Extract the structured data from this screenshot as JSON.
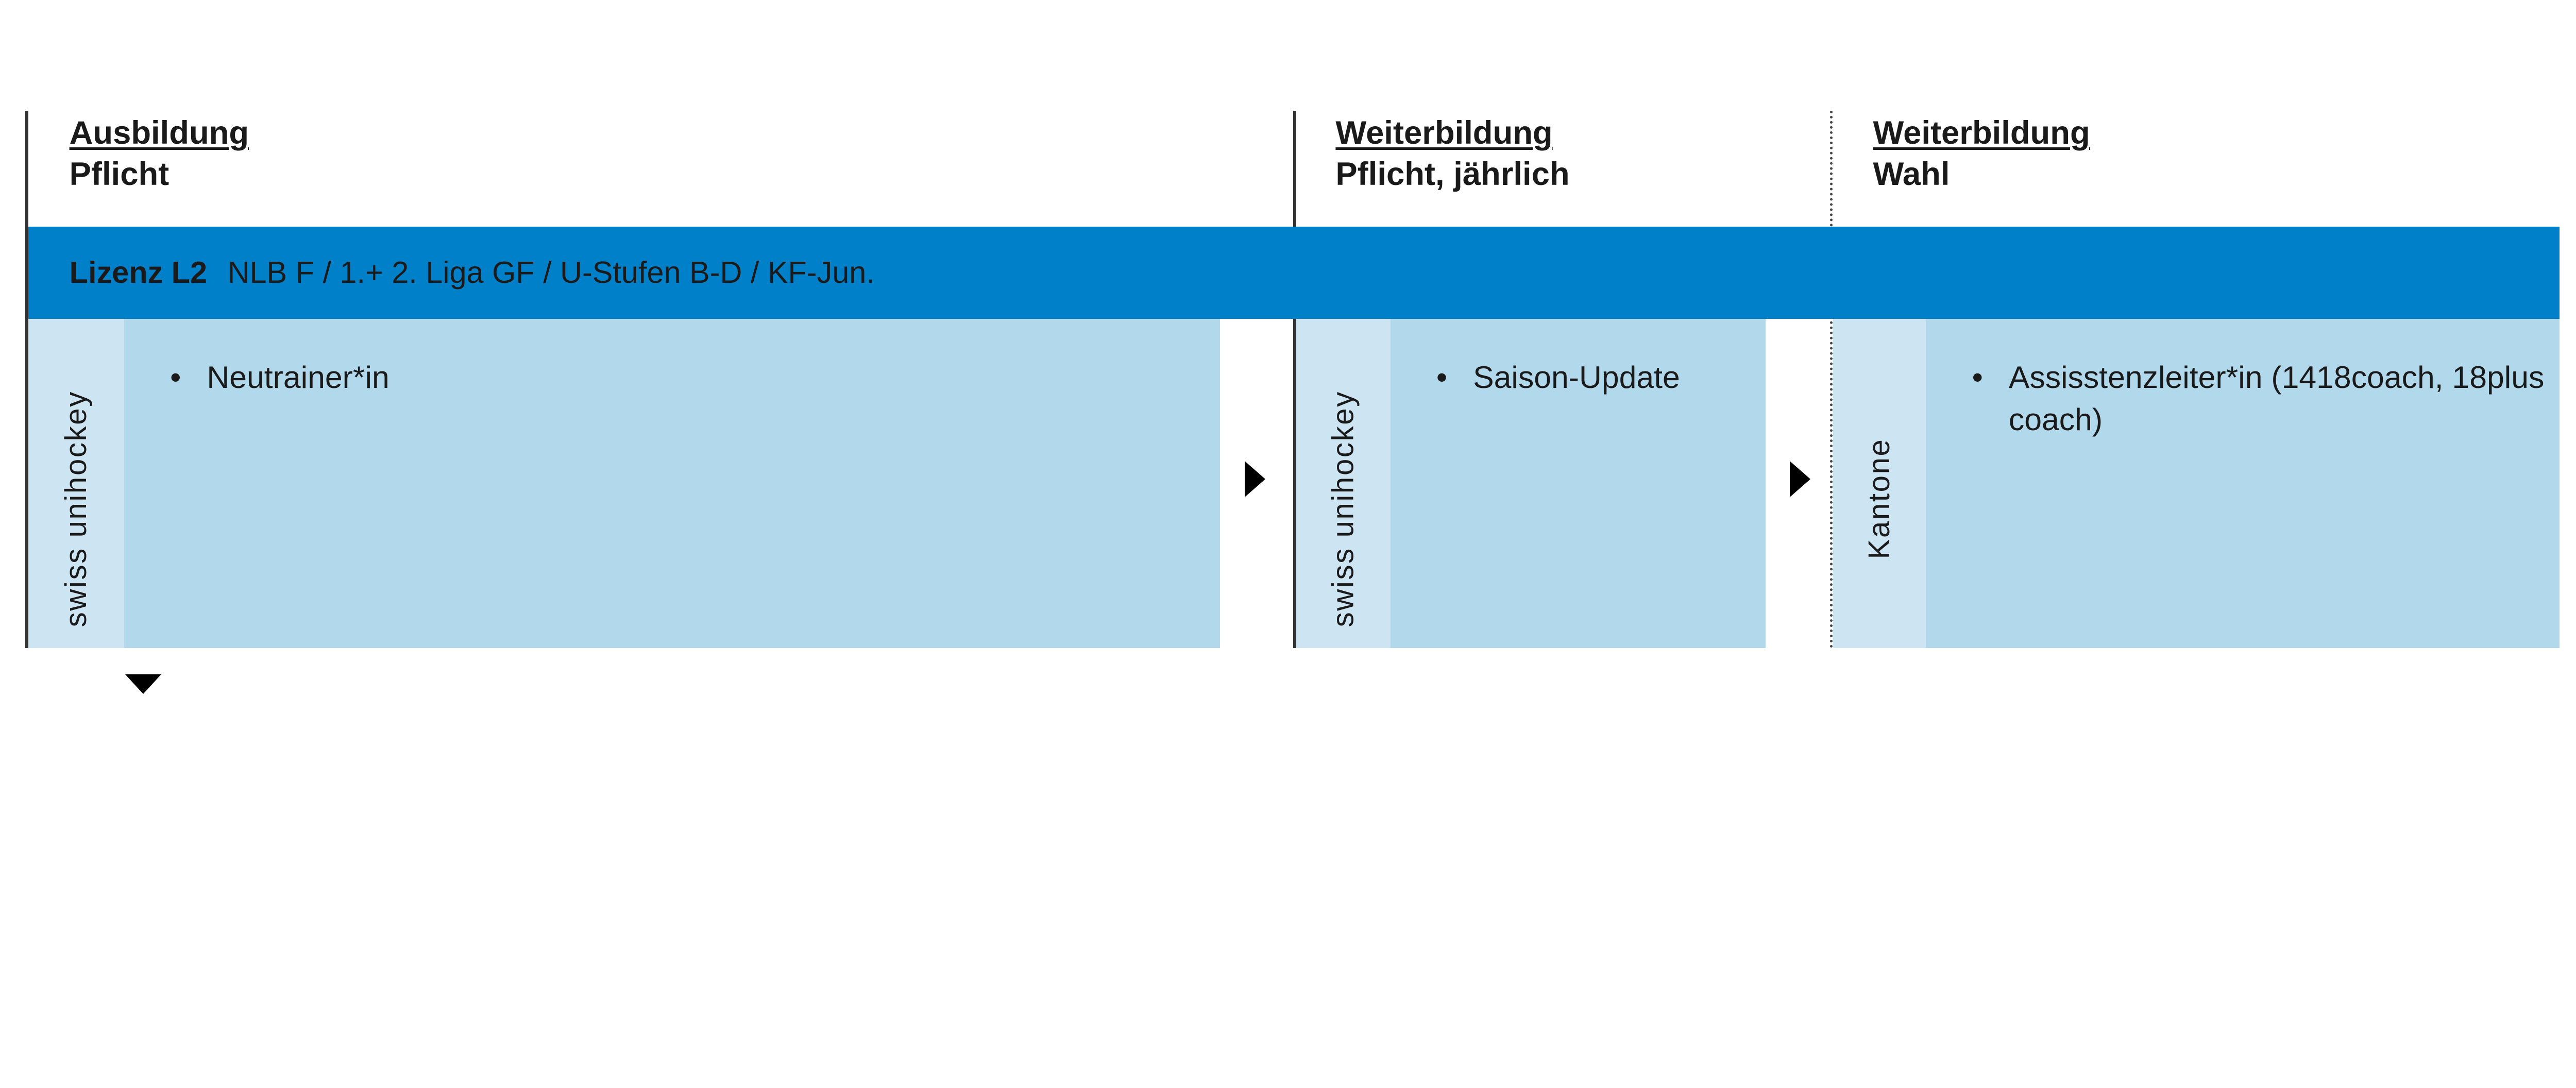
{
  "colors": {
    "bar": "#0080c9",
    "strip": "#cde4f3",
    "box": "#b2d8ec"
  },
  "columns": [
    {
      "title": "Ausbildung",
      "subtitle": "Pflicht",
      "provider": "swiss unihockey",
      "items": [
        "Neutrainer*in"
      ]
    },
    {
      "title": "Weiterbildung",
      "subtitle": "Pflicht, jährlich",
      "provider": "swiss unihockey",
      "items": [
        "Saison-Update"
      ]
    },
    {
      "title": "Weiterbildung",
      "subtitle": "Wahl",
      "provider": "Kantone",
      "items": [
        "Assisstenzleiter*in (1418coach, 18plus coach)"
      ]
    }
  ],
  "license": {
    "name": "Lizenz L2",
    "scope": "NLB F / 1.+ 2. Liga GF / U-Stufen B-D / KF-Jun."
  },
  "bullet": "•",
  "icons": {
    "arrow_right": "triangle-right-icon",
    "arrow_down": "triangle-down-icon"
  }
}
